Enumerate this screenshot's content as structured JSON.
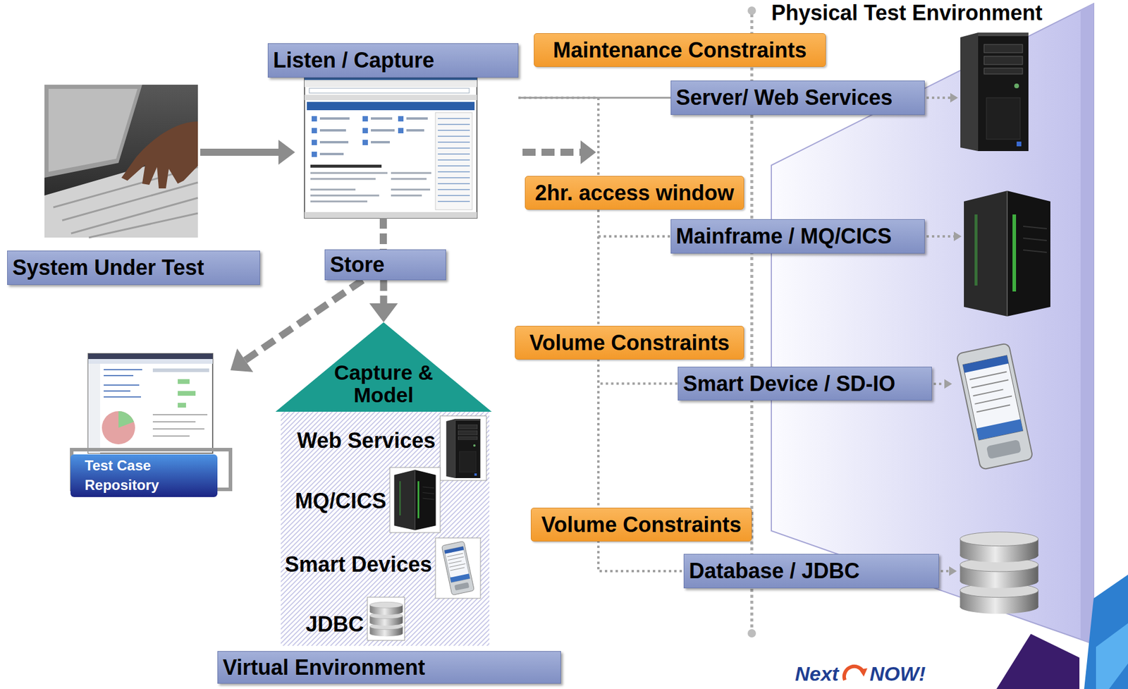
{
  "diagram": {
    "nodes": [
      {
        "text": [
          "Listen / Capture"
        ]
      },
      {
        "text": [
          "System Under Test"
        ]
      },
      {
        "text": [
          "Store"
        ]
      },
      {
        "text": [
          "Test Case Repository"
        ]
      },
      {
        "text": [
          "Capture & Model"
        ]
      },
      {
        "text": [
          "Web Services",
          "MQ/CICS",
          "Smart Devices",
          "JDBC"
        ]
      },
      {
        "text": [
          "Virtual Environment"
        ]
      },
      {
        "text": [
          "Maintenance Constraints"
        ]
      },
      {
        "text": [
          "Server/ Web Services"
        ]
      },
      {
        "text": [
          "2hr. access window"
        ]
      },
      {
        "text": [
          "Mainframe / MQ/CICS"
        ]
      },
      {
        "text": [
          "Volume Constraints"
        ]
      },
      {
        "text": [
          "Smart Device / SD-IO"
        ]
      },
      {
        "text": [
          "Volume Constraints"
        ]
      },
      {
        "text": [
          "Database / JDBC"
        ]
      }
    ],
    "edges": [
      {
        "from": 0,
        "to": 2,
        "arrow": "none"
      },
      {
        "from": 2,
        "to": 4,
        "arrow": "to"
      },
      {
        "from": 2,
        "to": 3,
        "arrow": "to"
      },
      {
        "from": 0,
        "to": 8,
        "arrow": "none"
      },
      {
        "from": 0,
        "to": 10,
        "arrow": "none"
      },
      {
        "from": 0,
        "to": 12,
        "arrow": "none"
      },
      {
        "from": 0,
        "to": 14,
        "arrow": "none"
      }
    ],
    "labels": [
      "Physical Test Environment",
      "Next",
      "NOW!"
    ]
  }
}
